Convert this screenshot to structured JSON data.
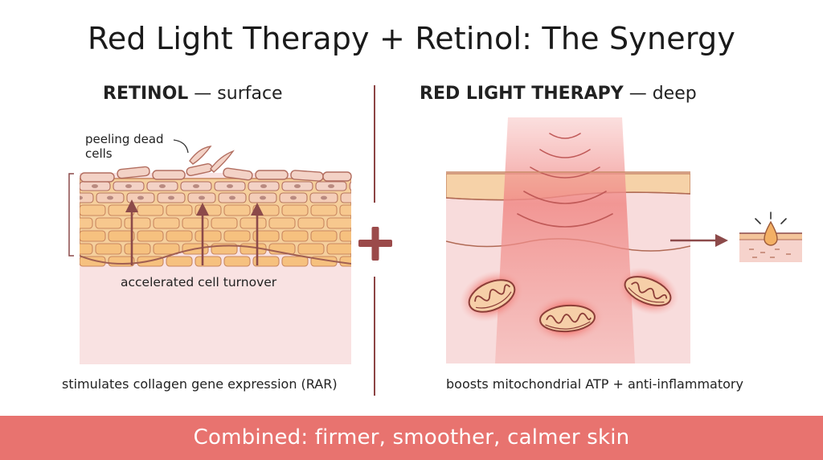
{
  "title": "Red Light Therapy + Retinol: The Synergy",
  "retinol": {
    "heading_bold": "RETINOL",
    "heading_rest": " — surface",
    "peel_label": "peeling dead cells",
    "turnover_label": "accelerated cell turnover",
    "caption": "stimulates collagen gene expression (RAR)"
  },
  "red_light": {
    "heading_bold": "RED LIGHT THERAPY",
    "heading_rest": " — deep",
    "caption": "boosts mitochondrial ATP + anti-inflammatory"
  },
  "plus_symbol": "+",
  "banner": {
    "text": "Combined: firmer, smoother, calmer skin"
  },
  "colors": {
    "accent": "#e8736f",
    "divider": "#8c4444",
    "arrow": "#8c4a4a",
    "skin_base": "#f9e2e2",
    "cell_fill": "#f3d2c6",
    "cell_stroke": "#c47e6e",
    "fat_fill": "#f7c88e"
  },
  "icons": {
    "plus": "plus-icon",
    "result": "glowing-skin-droplet-icon",
    "organelle": "mitochondria-icon"
  }
}
